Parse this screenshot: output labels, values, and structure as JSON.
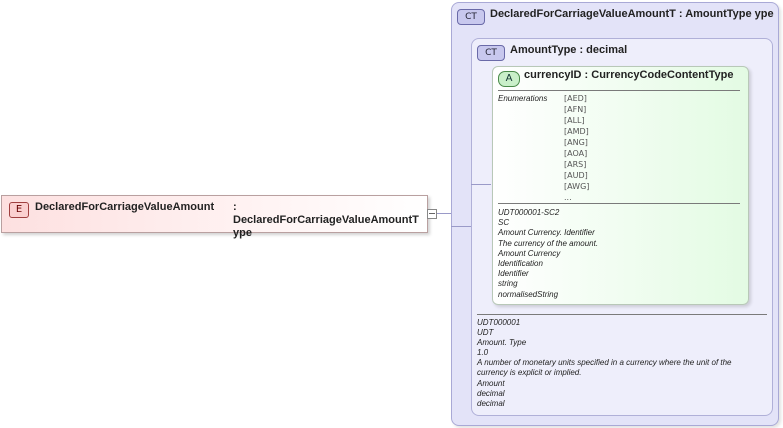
{
  "element": {
    "badge": "E",
    "name": "DeclaredForCarriageValueAmount",
    "type_label": ": DeclaredForCarriageValueAmountT ype"
  },
  "outer_type": {
    "badge": "CT",
    "title": "DeclaredForCarriageValueAmountT : AmountType ype"
  },
  "inner_type": {
    "badge": "CT",
    "title": "AmountType : decimal",
    "documentation": [
      "UDT000001",
      "UDT",
      "Amount. Type",
      "1.0",
      "A number of monetary units specified in a currency where the unit of the",
      "currency is explicit or implied.",
      "Amount",
      "decimal",
      "decimal"
    ]
  },
  "attribute": {
    "badge": "A",
    "title": "currencyID : CurrencyCodeContentType",
    "enumerations_label": "Enumerations",
    "enumerations": [
      "[AED]",
      "[AFN]",
      "[ALL]",
      "[AMD]",
      "[ANG]",
      "[AOA]",
      "[ARS]",
      "[AUD]",
      "[AWG]",
      "..."
    ],
    "documentation": [
      "UDT000001-SC2",
      "SC",
      "Amount Currency. Identifier",
      "The currency of the amount.",
      "Amount Currency",
      "Identification",
      "Identifier",
      "string",
      "normalisedString"
    ]
  }
}
